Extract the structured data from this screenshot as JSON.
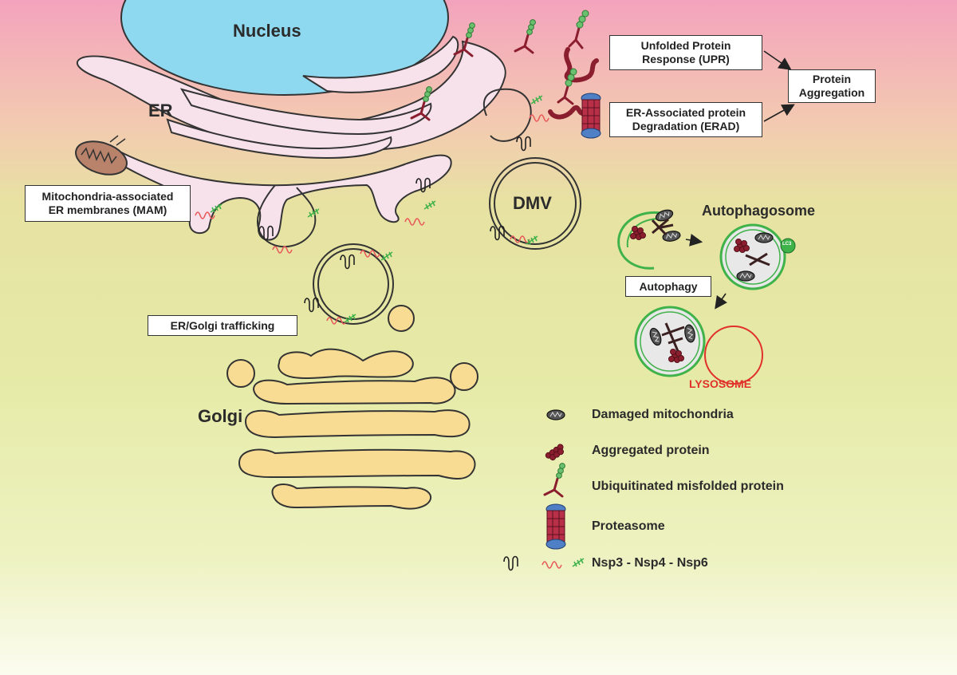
{
  "labels": {
    "nucleus": "Nucleus",
    "er": "ER",
    "dmv": "DMV",
    "golgi": "Golgi",
    "autophagosome": "Autophagosome",
    "lysosome": "LYSOSOME"
  },
  "boxes": {
    "upr_line1": "Unfolded Protein",
    "upr_line2": "Response (UPR)",
    "erad_line1": "ER-Associated protein",
    "erad_line2": "Degradation (ERAD)",
    "aggregation_line1": "Protein",
    "aggregation_line2": "Aggregation",
    "mam_line1": "Mitochondria-associated",
    "mam_line2": "ER membranes (MAM)",
    "trafficking": "ER/Golgi trafficking",
    "autophagy": "Autophagy"
  },
  "legend": [
    {
      "label": "Damaged mitochondria",
      "icon": "mitochondria-icon"
    },
    {
      "label": "Aggregated protein",
      "icon": "aggregated-protein-icon"
    },
    {
      "label": "Ubiquitinated misfolded protein",
      "icon": "ubiquitinated-protein-icon"
    },
    {
      "label": "Proteasome",
      "icon": "proteasome-icon"
    },
    {
      "label": "Nsp3 - Nsp4 - Nsp6",
      "icon": "nsp-icon"
    }
  ],
  "lc3_label": "LC3",
  "colors": {
    "nucleus": "#8ed8f0",
    "er": "#f7e1ea",
    "golgi": "#f8dc93",
    "lysosome": "#e0322b",
    "membrane_green": "#3fb24a",
    "protein": "#8b1e2e",
    "proteasome_blue": "#4f7fc4",
    "nsp3": "#222222",
    "nsp4": "#e85a5a",
    "nsp6": "#3fb24a"
  }
}
